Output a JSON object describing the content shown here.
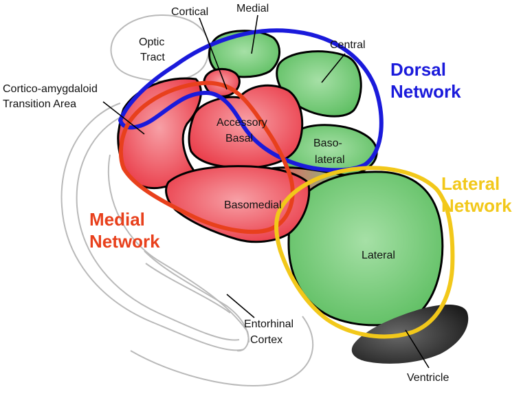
{
  "labels": {
    "cortical": "Cortical",
    "medial": "Medial",
    "central": "Central",
    "optic_tract_line1": "Optic",
    "optic_tract_line2": "Tract",
    "cortico_line1": "Cortico-amygdaloid",
    "cortico_line2": "Transition Area",
    "accessory_line1": "Accessory",
    "accessory_line2": "Basal",
    "basolateral_line1": "Baso-",
    "basolateral_line2": "lateral",
    "basomedial": "Basomedial",
    "lateral": "Lateral",
    "entorhinal_line1": "Entorhinal",
    "entorhinal_line2": "Cortex",
    "ventricle": "Ventricle"
  },
  "networks": {
    "dorsal": {
      "line1": "Dorsal",
      "line2": "Network",
      "color": "#1a1adb"
    },
    "lateral": {
      "line1": "Lateral",
      "line2": "Network",
      "color": "#f2c81a"
    },
    "medial": {
      "line1": "Medial",
      "line2": "Network",
      "color": "#e8401c"
    }
  },
  "colors": {
    "green_region": "#6cc46f",
    "red_region": "#ef4a55",
    "ventricle": "#2b2b2b",
    "outline_gray": "#b9b9b9"
  }
}
